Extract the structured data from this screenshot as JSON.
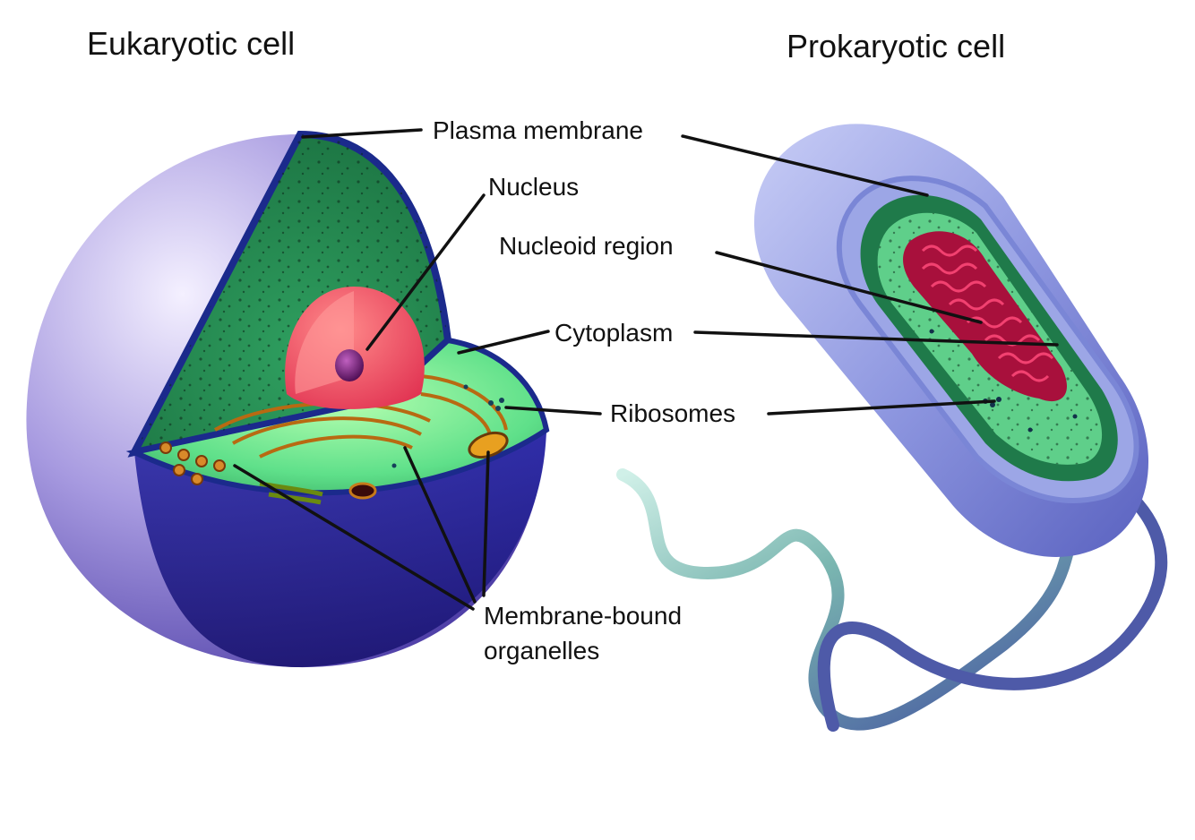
{
  "titles": {
    "eukaryotic": "Eukaryotic cell",
    "prokaryotic": "Prokaryotic cell"
  },
  "labels": {
    "plasma_membrane": "Plasma membrane",
    "nucleus": "Nucleus",
    "nucleoid_region": "Nucleoid region",
    "cytoplasm": "Cytoplasm",
    "ribosomes": "Ribosomes",
    "membrane_bound_line1": "Membrane-bound",
    "membrane_bound_line2": "organelles"
  },
  "colors": {
    "membrane_outer": "#8f7fd6",
    "membrane_rim": "#1b2a8c",
    "cytoplasm_dark": "#1f7a4a",
    "cytoplasm_light": "#5fe08a",
    "nucleus": "#f04a5a",
    "nucleolus": "#6a1a6a",
    "organelle": "#c77a1a",
    "nucleoid": "#c8144a",
    "capsule": "#8e97e0",
    "flagellum": "#5a68b8"
  }
}
